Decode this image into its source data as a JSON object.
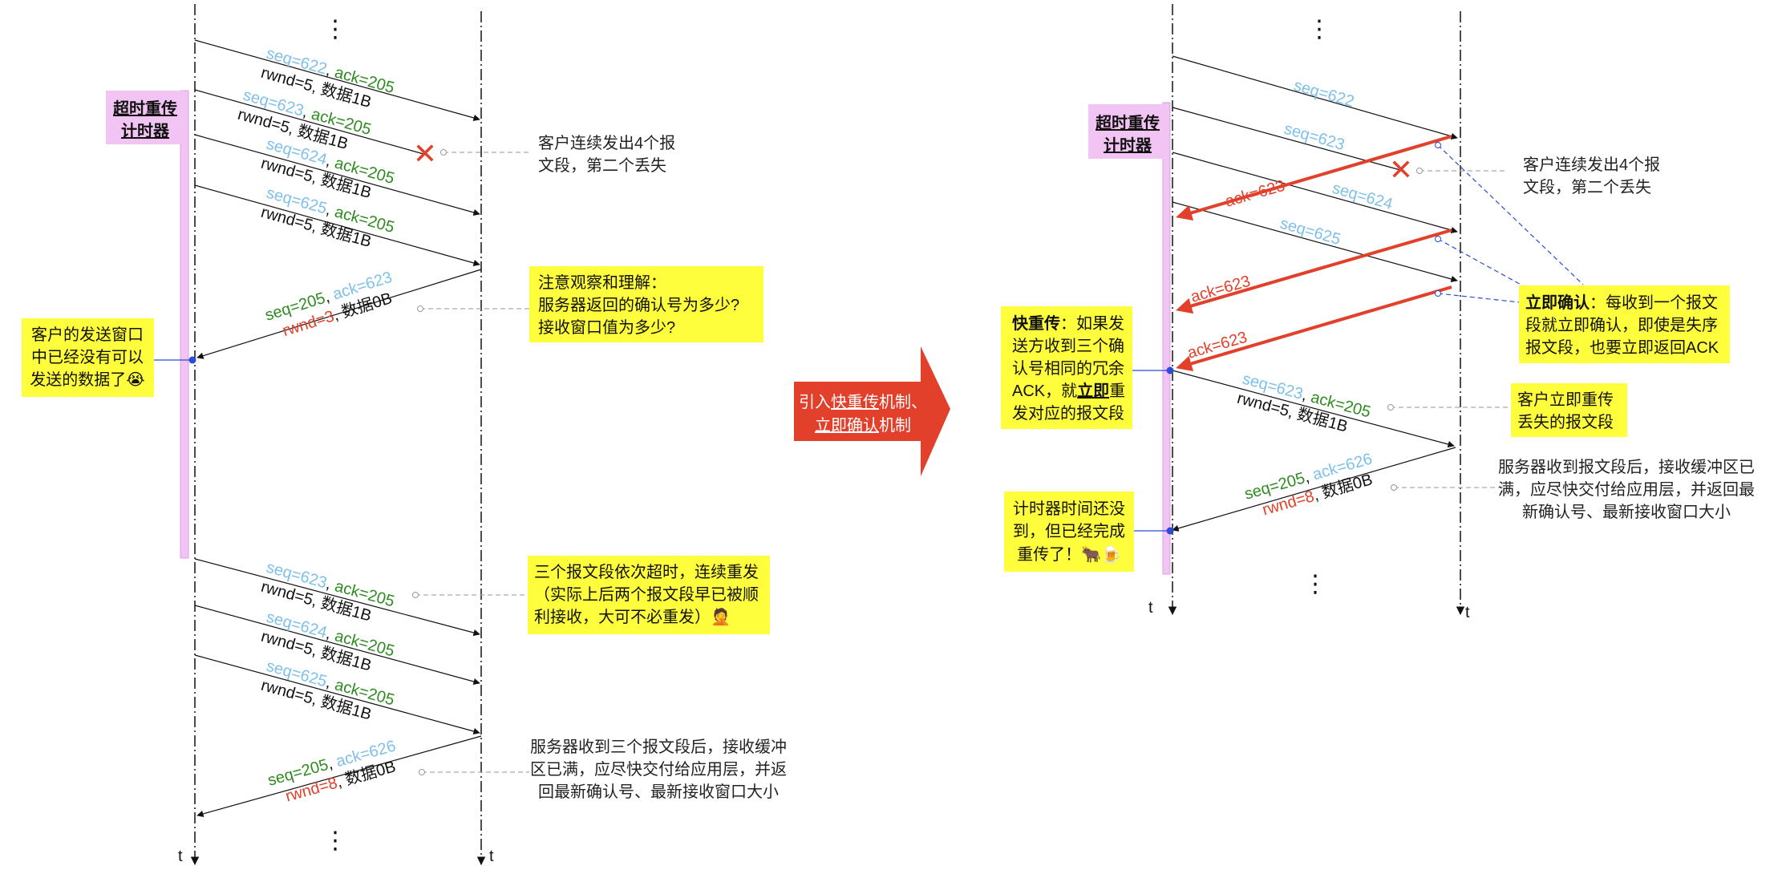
{
  "left": {
    "timer_label": [
      "超时重传",
      "计时器"
    ],
    "dots": "⋮",
    "t_client": "t",
    "t_server": "t",
    "msgs": [
      {
        "seq": "seq=622",
        "ack": "ack=205",
        "sub1": "rwnd=5",
        "sub2": "数据1B"
      },
      {
        "seq": "seq=623",
        "ack": "ack=205",
        "sub1": "rwnd=5",
        "sub2": "数据1B"
      },
      {
        "seq": "seq=624",
        "ack": "ack=205",
        "sub1": "rwnd=5",
        "sub2": "数据1B"
      },
      {
        "seq": "seq=625",
        "ack": "ack=205",
        "sub1": "rwnd=5",
        "sub2": "数据1B"
      }
    ],
    "reply1": {
      "seq": "seq=205",
      "ack": "ack=623",
      "rwnd": "rwnd=3",
      "data": "数据0B"
    },
    "resend": [
      {
        "seq": "seq=623",
        "ack": "ack=205",
        "sub1": "rwnd=5",
        "sub2": "数据1B"
      },
      {
        "seq": "seq=624",
        "ack": "ack=205",
        "sub1": "rwnd=5",
        "sub2": "数据1B"
      },
      {
        "seq": "seq=625",
        "ack": "ack=205",
        "sub1": "rwnd=5",
        "sub2": "数据1B"
      }
    ],
    "reply2": {
      "seq": "seq=205",
      "ack": "ack=626",
      "rwnd": "rwnd=8",
      "data": "数据0B"
    },
    "note_lost": [
      "客户连续发出4个报",
      "文段，第二个丢失"
    ],
    "note_observe": [
      "注意观察和理解：",
      "服务器返回的确认号为多少?",
      "接收窗口值为多少?"
    ],
    "note_window": [
      "客户的发送窗口",
      "中已经没有可以",
      "发送的数据了😭"
    ],
    "note_resend": [
      "三个报文段依次超时，连续重发",
      "（实际上后两个报文段早已被顺",
      "利接收，大可不必重发）🤦"
    ],
    "note_server": [
      "服务器收到三个报文段后，接收缓冲",
      "区已满，应尽快交付给应用层，并返",
      "回最新确认号、最新接收窗口大小"
    ]
  },
  "arrow": {
    "line1_a": "引入",
    "line1_b": "快重传",
    "line1_c": "机制、",
    "line2_a": "立即确认",
    "line2_b": "机制"
  },
  "right": {
    "timer_label": [
      "超时重传",
      "计时器"
    ],
    "dots": "⋮",
    "t_client": "t",
    "t_server": "t",
    "seqs": [
      "seq=622",
      "seq=623",
      "seq=624",
      "seq=625"
    ],
    "acks": [
      "ack=623",
      "ack=623",
      "ack=623"
    ],
    "resend": {
      "seq": "seq=623",
      "ack": "ack=205",
      "sub1": "rwnd=5",
      "sub2": "数据1B"
    },
    "reply": {
      "seq": "seq=205",
      "ack": "ack=626",
      "rwnd": "rwnd=8",
      "data": "数据0B"
    },
    "note_lost": [
      "客户连续发出4个报",
      "文段，第二个丢失"
    ],
    "note_immediate": {
      "bold": "立即确认",
      "rest1": "：每收到一个报文",
      "rest2": "段就立即确认，即使是失序",
      "rest3": "报文段，也要立即返回ACK"
    },
    "note_fast": {
      "bold": "快重传",
      "l1": "：如果发",
      "l2": "送方收到三个确",
      "l3": "认号相同的冗余",
      "l4a": "ACK，就",
      "l4b": "立即",
      "l4c": "重",
      "l5": "发对应的报文段"
    },
    "note_client_resend": [
      "客户立即重传",
      "丢失的报文段"
    ],
    "note_server": [
      "服务器收到报文段后，接收缓冲区已",
      "满，应尽快交付给应用层，并返回最",
      "新确认号、最新接收窗口大小"
    ],
    "note_timer": [
      "计时器时间还没",
      "到，但已经完成",
      "重传了！🐂🍺"
    ]
  },
  "colors": {
    "seq": "#7ec0ea",
    "ack": "#2e8b1f",
    "red": "#e2402a",
    "yellow": "#fefe3c",
    "pink": "#f2c4f4",
    "blue": "#2b4bd8"
  }
}
